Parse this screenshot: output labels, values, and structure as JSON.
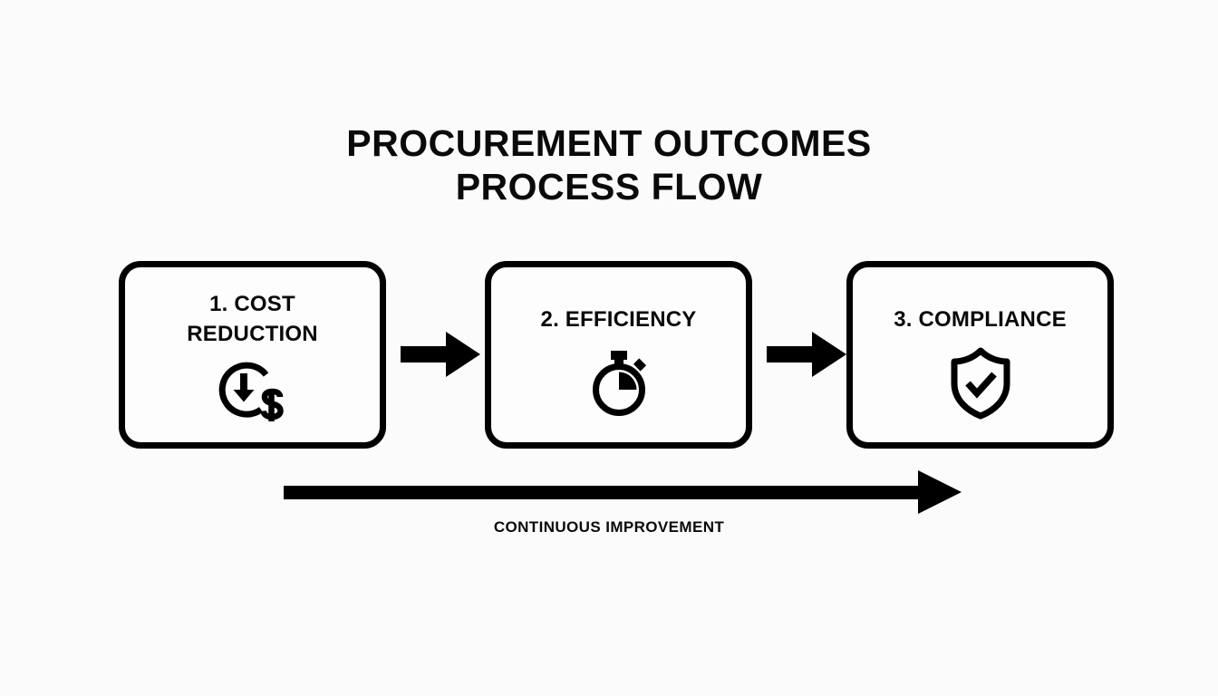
{
  "diagram": {
    "background_color": "#fbfbfb",
    "ink_color": "#000000",
    "title": {
      "line1": "PROCUREMENT OUTCOMES",
      "line2": "PROCESS FLOW"
    },
    "steps": [
      {
        "label_line1": "1. COST",
        "label_line2": "REDUCTION",
        "icon": "cost-reduction-icon"
      },
      {
        "label_line1": "2. EFFICIENCY",
        "label_line2": "",
        "icon": "stopwatch-icon"
      },
      {
        "label_line1": "3. COMPLIANCE",
        "label_line2": "",
        "icon": "shield-check-icon"
      }
    ],
    "connectors": [
      {
        "icon": "right-arrow-icon"
      },
      {
        "icon": "right-arrow-icon"
      }
    ],
    "feedback": {
      "arrow_icon": "long-right-arrow-icon",
      "caption": "CONTINUOUS IMPROVEMENT"
    }
  }
}
